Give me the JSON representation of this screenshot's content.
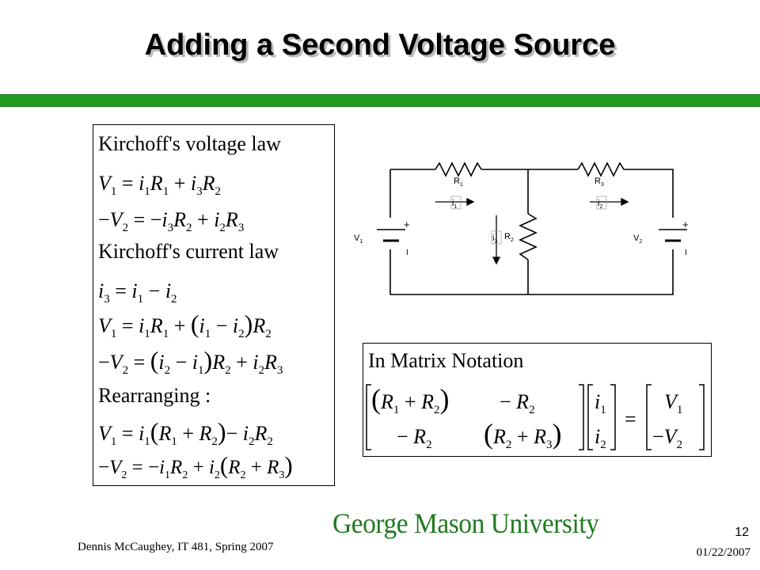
{
  "slide": {
    "title": "Adding a Second Voltage Source",
    "footer_author": "Dennis McCaughey, IT 481, Spring 2007",
    "page_number": "12",
    "date": "01/22/2007",
    "logo_text": "George Mason University"
  },
  "equations": {
    "kvl_heading": "Kirchoff's voltage law",
    "kcl_heading": "Kirchoff's current law",
    "rearranging_heading": "Rearranging :",
    "matrix_heading": "In Matrix Notation"
  },
  "circuit": {
    "labels": [
      "R1",
      "R3",
      "R2",
      "V1",
      "V2",
      "i1",
      "i2",
      "i3"
    ],
    "plus_sign": "+"
  },
  "colors": {
    "accent_bar": "#229922",
    "logo": "#1f7a1f",
    "title_shadow": "#bdbdbd"
  }
}
